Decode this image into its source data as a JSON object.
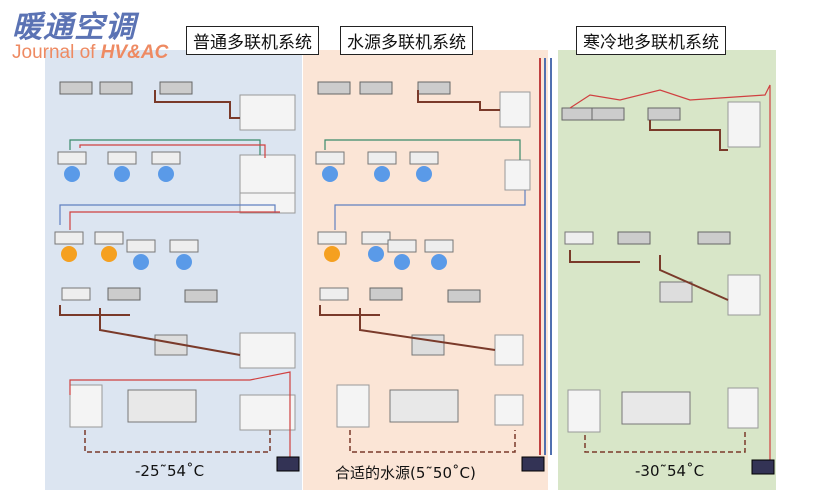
{
  "logo": {
    "cn": "暖通空调",
    "en_prefix": "Journal of ",
    "en_brand": "HV&AC"
  },
  "panels": [
    {
      "title": "普通多联机系统",
      "temp": "-25˜54˚C",
      "color": "#dce5f1"
    },
    {
      "title": "水源多联机系统",
      "temp": "合适的水源(5˜50˚C)",
      "color": "#fbe5d6"
    },
    {
      "title": "寒冷地多联机系统",
      "temp": "-30˜54˚C",
      "color": "#d8e6c8"
    }
  ],
  "colors": {
    "refrigerant_line": "#d04040",
    "pipe_brown": "#7a3a2a",
    "water_pipe": "#6080c0",
    "branch": "#3a8a6a"
  }
}
